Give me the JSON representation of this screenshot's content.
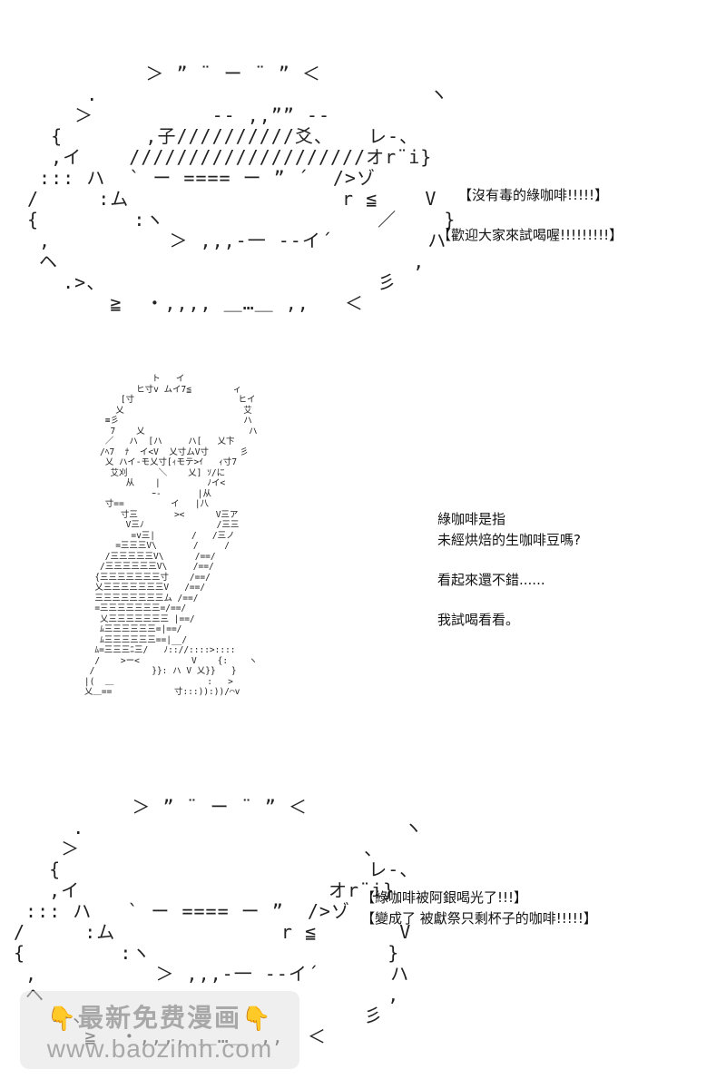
{
  "art": {
    "cup_top": "          ＞ ” ¨ ー ¨ ” ＜\n     .                            ヽ\n    ＞          -- ,,”” --\n  {       ,子//////////爻、   レ-、\n  ,イ    ////////////////////オr¨i}\n ::: ハ  ` ー ==== ー ” ´  />ゾ\n/     :ム                  r ≦    V\n{        :ヽ                  ／    }\n ,          ＞ ,,,-一 --イ´        ハ\n ヘ                              ,\n   .>、                       彡\n       ≧  ・,,,, ＿…＿ ,,   ＜",
    "person": "                 ト   イ\n              ヒ寸v ムイ7≦        ィ\n           [寸                    ヒイ\n          乂                       艾\n        ≡彡                        ハ\n         7    乂                    ハ\n        ／   ハ  [ハ     ハ[   乂卞\n       /ﾍ7  ﾅ  イ<V  乂寸ムV寸      彡\n        乂 ハイ-モ乂寸[ｨモテ>ｲ   ｨ寸7\n         艾刈      ＼    乂] ｿ/に\n            从    |         ﾉイ<\n                 ｰ-       |从\n        寸==         イ   |八\n           寸三       ><      V三ア\n            V三ﾉ              /三三\n             =v三|       /   /三ノ\n          =三三三V\\       /     /\n        /三三三三三V\\      /==/\n       /三三三三三三V\\     /==/\n      {三三三三三三三寸    /==/\n      乂三三三三三三三V   /==/\n      三三三三三三三三ム /==/\n      =三三三三三三三=/==/\n       乂三三三三三三三 |==/\n       ﾑ三三三三三三=|==/\n       ﾑ三三三三三三==|__/\n      ﾑ=三三三ﾆ三/   ﾉ:://::::>::::\n      /    >ー<          V    {:    ヽ\n     /           }}: ハ V 乂}}   }\n    |(  ＿                  :   >\n    乂＿==            寸:::)):))/⌒v",
    "cup_bottom": "          ＞ ” ¨ ー ¨ ” ＜\n     .                           ヽ\n    ＞                        、\n   {                          レ-、\n   ,イ                     オr¨i}\n ::: ハ   ` ー ==== ー ”  />ゾ\n/     :ム              r ≦       V\n{        :ヽ                    }\n ,          ＞ ,,,-一 --イ´      ハ\n ヘ                             ,\n   .>、                       彡\n      ≧  ・,,,, ＿…＿ ,,  ＜"
  },
  "captions": {
    "top": "【沒有毒的綠咖啡!!!!!】",
    "top2": "【歡迎大家來試喝喔!!!!!!!!!】",
    "middle_line1": "綠咖啡是指",
    "middle_line2": "未經烘焙的生咖啡豆嗎?",
    "middle_line3": "看起來還不錯......",
    "middle_line4": "我試喝看看。",
    "bottom_line1": "【綠咖啡被阿銀喝光了!!!】",
    "bottom_line2": "【變成了  被獻祭只剩杯子的咖啡!!!!!】"
  },
  "watermark": {
    "line1": "最新免费漫画",
    "line2": "www.baozimh.com",
    "icon": "pointing-hand-icon"
  }
}
